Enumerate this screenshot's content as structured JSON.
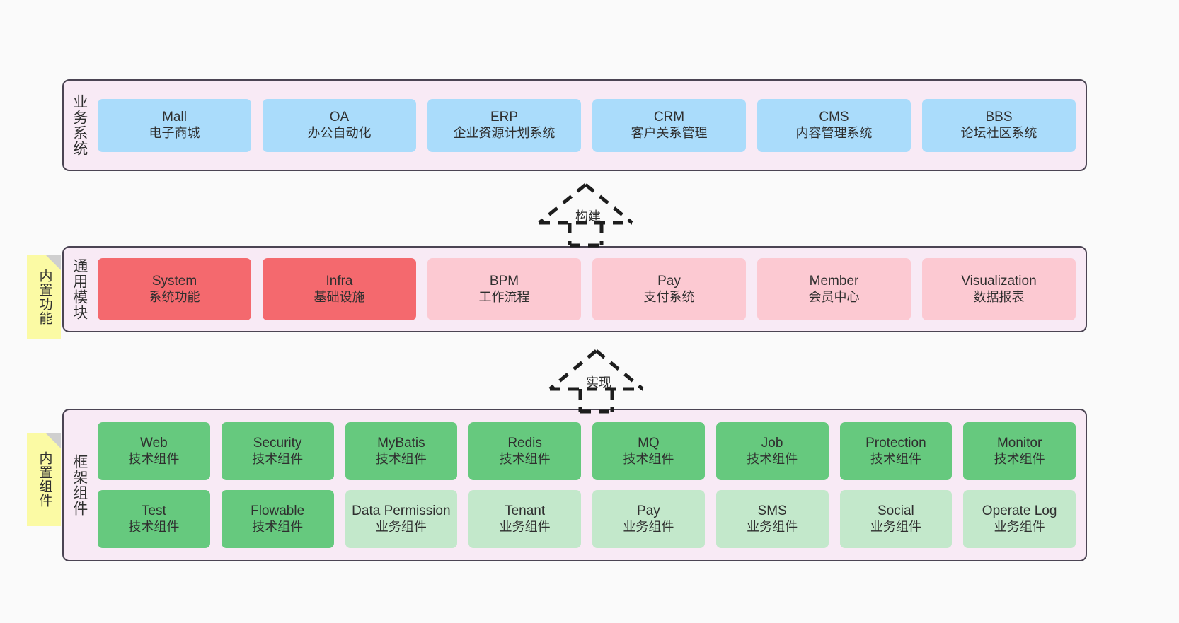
{
  "diagram": {
    "background": "#fafafa",
    "container_fill": "#f8eaf5",
    "container_border": "#4b4453",
    "colors": {
      "blue": "#aadcfb",
      "red": "#f4696e",
      "pink": "#fcc9d2",
      "green": "#66c97e",
      "light_green": "#c3e8cb",
      "note_yellow": "#fbfaa4",
      "note_fold": "#cfcfcf",
      "text": "#2f2f2f"
    }
  },
  "layers": [
    {
      "id": "business-systems",
      "title": "业务系统",
      "rows": [
        {
          "nodes": [
            {
              "en": "Mall",
              "cn": "电子商城",
              "style": "blue"
            },
            {
              "en": "OA",
              "cn": "办公自动化",
              "style": "blue"
            },
            {
              "en": "ERP",
              "cn": "企业资源计划系统",
              "style": "blue"
            },
            {
              "en": "CRM",
              "cn": "客户关系管理",
              "style": "blue"
            },
            {
              "en": "CMS",
              "cn": "内容管理系统",
              "style": "blue"
            },
            {
              "en": "BBS",
              "cn": "论坛社区系统",
              "style": "blue"
            }
          ]
        }
      ]
    },
    {
      "id": "common-modules",
      "title": "通用模块",
      "note": "内置功能",
      "rows": [
        {
          "nodes": [
            {
              "en": "System",
              "cn": "系统功能",
              "style": "red"
            },
            {
              "en": "Infra",
              "cn": "基础设施",
              "style": "red"
            },
            {
              "en": "BPM",
              "cn": "工作流程",
              "style": "pink"
            },
            {
              "en": "Pay",
              "cn": "支付系统",
              "style": "pink"
            },
            {
              "en": "Member",
              "cn": "会员中心",
              "style": "pink"
            },
            {
              "en": "Visualization",
              "cn": "数据报表",
              "style": "pink"
            }
          ]
        }
      ]
    },
    {
      "id": "framework-components",
      "title": "框架组件",
      "note": "内置组件",
      "rows": [
        {
          "nodes": [
            {
              "en": "Web",
              "cn": "技术组件",
              "style": "green"
            },
            {
              "en": "Security",
              "cn": "技术组件",
              "style": "green"
            },
            {
              "en": "MyBatis",
              "cn": "技术组件",
              "style": "green"
            },
            {
              "en": "Redis",
              "cn": "技术组件",
              "style": "green"
            },
            {
              "en": "MQ",
              "cn": "技术组件",
              "style": "green"
            },
            {
              "en": "Job",
              "cn": "技术组件",
              "style": "green"
            },
            {
              "en": "Protection",
              "cn": "技术组件",
              "style": "green"
            },
            {
              "en": "Monitor",
              "cn": "技术组件",
              "style": "green"
            }
          ]
        },
        {
          "nodes": [
            {
              "en": "Test",
              "cn": "技术组件",
              "style": "green"
            },
            {
              "en": "Flowable",
              "cn": "技术组件",
              "style": "green"
            },
            {
              "en": "Data Permission",
              "cn": "业务组件",
              "style": "light_green",
              "wrap": true
            },
            {
              "en": "Tenant",
              "cn": "业务组件",
              "style": "light_green"
            },
            {
              "en": "Pay",
              "cn": "业务组件",
              "style": "light_green"
            },
            {
              "en": "SMS",
              "cn": "业务组件",
              "style": "light_green"
            },
            {
              "en": "Social",
              "cn": "业务组件",
              "style": "light_green"
            },
            {
              "en": "Operate Log",
              "cn": "业务组件",
              "style": "light_green"
            }
          ]
        }
      ]
    }
  ],
  "connectors": [
    {
      "id": "build",
      "label": "构建"
    },
    {
      "id": "implement",
      "label": "实现"
    }
  ]
}
